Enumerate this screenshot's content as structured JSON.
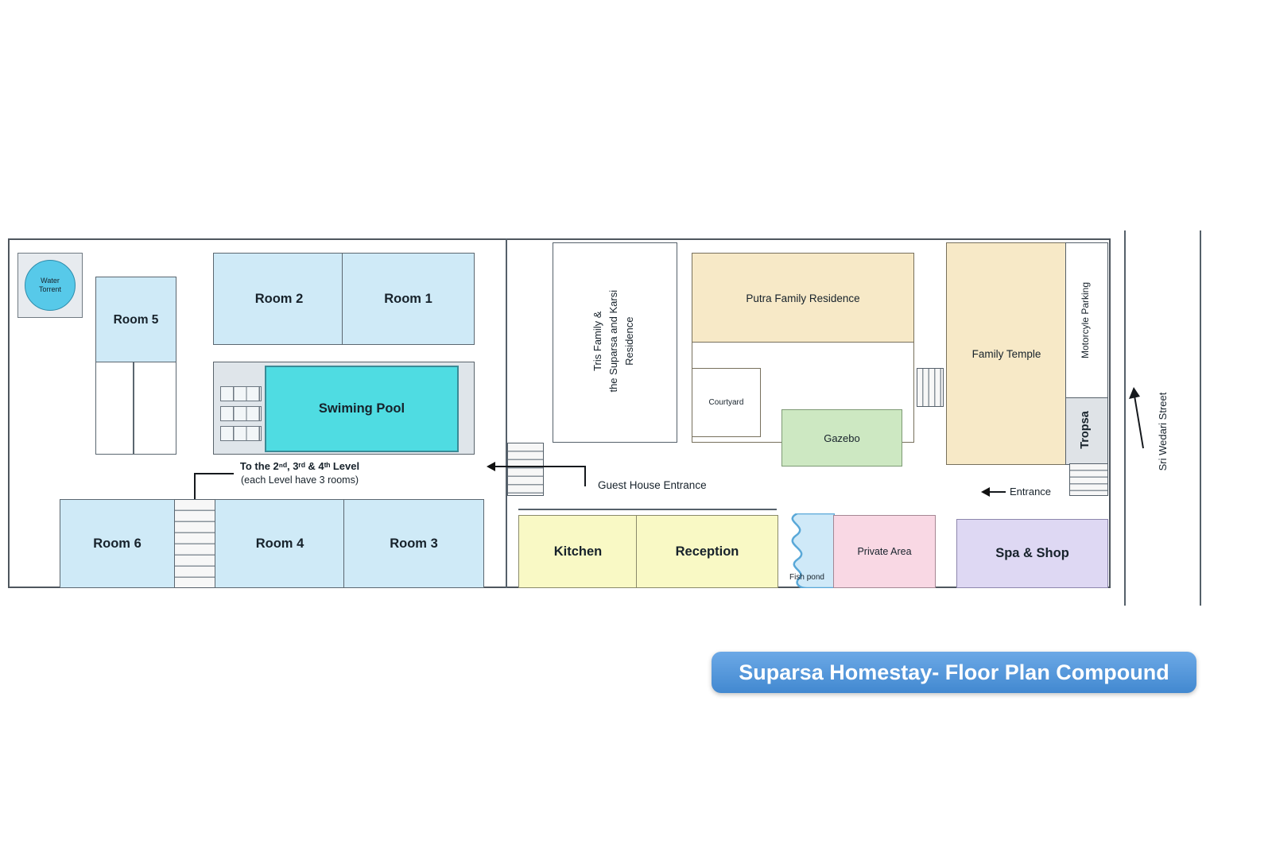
{
  "title": "Suparsa Homestay- Floor Plan Compound",
  "plan": {
    "water_torrent": {
      "line1": "Water",
      "line2": "Torrent"
    },
    "rooms": {
      "room1": "Room 1",
      "room2": "Room 2",
      "room3": "Room 3",
      "room4": "Room 4",
      "room5": "Room 5",
      "room6": "Room 6"
    },
    "pool": "Swiming Pool",
    "level_note": {
      "line1": "To the 2ⁿᵈ, 3ʳᵈ & 4ᵗʰ Level",
      "line2": "(each Level  have 3 rooms)"
    },
    "tris_residence": {
      "line1": "Tris Family &",
      "line2": "the Suparsa and Karsi",
      "line3": "Residence"
    },
    "putra_residence": "Putra Family Residence",
    "courtyard": "Courtyard",
    "gazebo": "Gazebo",
    "family_temple": "Family Temple",
    "motorcycle_parking": "Motorcyle Parking",
    "tropsa": "Tropsa",
    "guest_house_entrance": "Guest House Entrance",
    "entrance": "Entrance",
    "kitchen": "Kitchen",
    "reception": "Reception",
    "fish_pond": "Fish pond",
    "private_area": "Private Area",
    "spa_shop": "Spa & Shop",
    "street": "Sri Wedari Street"
  },
  "colors": {
    "room-blue": "#cfeaf7",
    "pool-cyan": "#4fdce2",
    "water-cyan": "#57c9e9",
    "residence-tan": "#f7e9c7",
    "gazebo-green": "#cde8c2",
    "service-yellow": "#f9f9c5",
    "private-pink": "#f9d8e4",
    "spa-purple": "#ded8f3",
    "badge-blue": "#4793e0",
    "pond-blue": "#cfe9f8",
    "pond-stroke": "#59a8d8"
  }
}
